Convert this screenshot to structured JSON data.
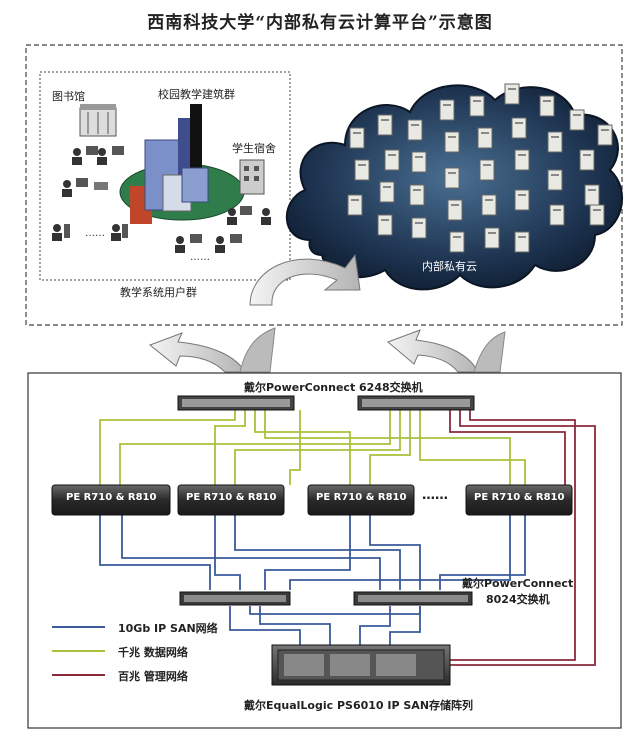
{
  "title": "西南科技大学“内部私有云计算平台”示意图",
  "campus": {
    "library": "图书馆",
    "teaching_buildings": "校园教学建筑群",
    "dormitory": "学生宿舍",
    "user_group": "教学系统用户群"
  },
  "cloud": {
    "label": "内部私有云"
  },
  "network": {
    "switch_6248": "戴尔PowerConnect 6248交换机",
    "servers": [
      "PE R710 & R810",
      "PE R710 & R810",
      "PE R710 & R810",
      "PE R710 & R810"
    ],
    "ellipsis": "……",
    "switch_8024_line1": "戴尔PowerConnect",
    "switch_8024_line2": "8024交换机",
    "storage": "戴尔EqualLogic PS6010 IP SAN存储阵列"
  },
  "legend": [
    {
      "label": "10Gb IP SAN网络",
      "color": "#3a5a9a"
    },
    {
      "label": "千兆 数据网络",
      "color": "#a8c23c"
    },
    {
      "label": "百兆 管理网络",
      "color": "#8a2a3a"
    }
  ]
}
